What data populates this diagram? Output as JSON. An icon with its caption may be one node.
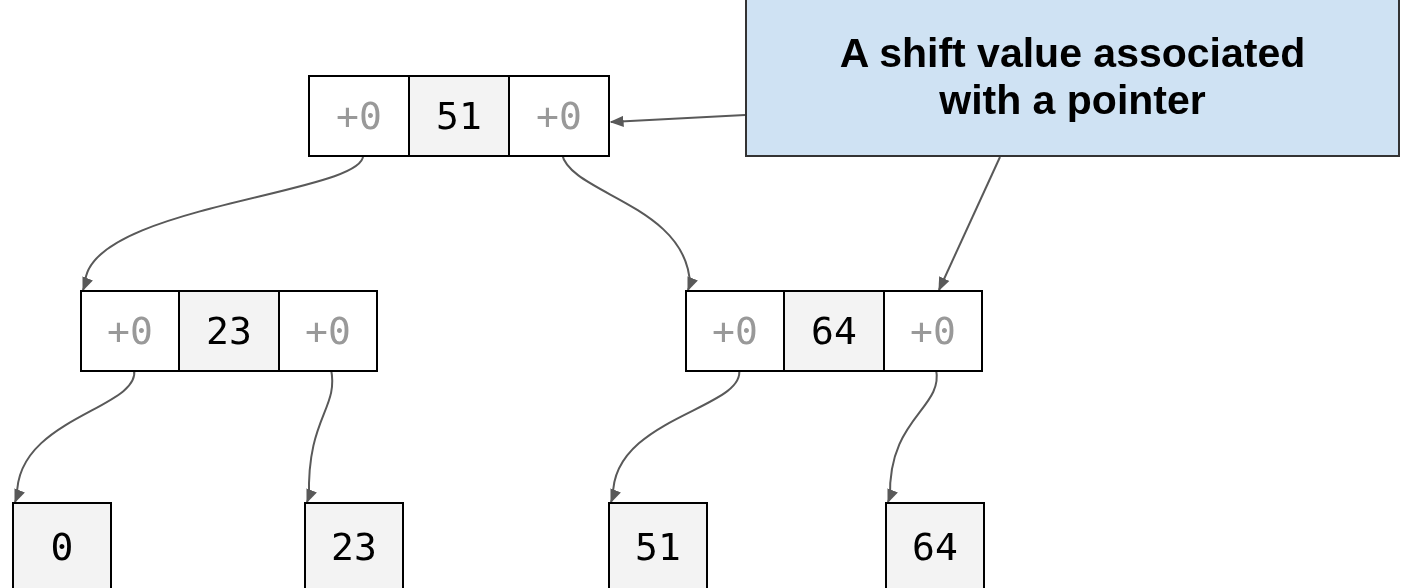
{
  "diagram": {
    "nodes": [
      {
        "text": [],
        "shape": "box"
      },
      {
        "text": [
          "+0"
        ],
        "in": 0
      },
      {
        "text": [
          "51"
        ],
        "in": 0
      },
      {
        "text": [
          "+0"
        ],
        "in": 0
      },
      {
        "text": [],
        "shape": "box"
      },
      {
        "text": [
          "+0"
        ],
        "in": 4
      },
      {
        "text": [
          "23"
        ],
        "in": 4
      },
      {
        "text": [
          "+0"
        ],
        "in": 4
      },
      {
        "text": [],
        "shape": "box"
      },
      {
        "text": [
          "+0"
        ],
        "in": 8
      },
      {
        "text": [
          "64"
        ],
        "in": 8
      },
      {
        "text": [
          "+0"
        ],
        "in": 8
      },
      {
        "text": [
          "0"
        ]
      },
      {
        "text": [
          "23"
        ]
      },
      {
        "text": [
          "51"
        ]
      },
      {
        "text": [
          "64"
        ]
      },
      {
        "text": [
          "A shift value associated with a pointer"
        ]
      }
    ],
    "edges": [
      {
        "from": 1,
        "to": 4,
        "arrow": "to"
      },
      {
        "from": 3,
        "to": 8,
        "arrow": "to"
      },
      {
        "from": 5,
        "to": 12,
        "arrow": "to"
      },
      {
        "from": 7,
        "to": 13,
        "arrow": "to"
      },
      {
        "from": 9,
        "to": 14,
        "arrow": "to"
      },
      {
        "from": 11,
        "to": 15,
        "arrow": "to"
      },
      {
        "from": 16,
        "to": 0,
        "arrow": "to"
      },
      {
        "from": 16,
        "to": 11,
        "arrow": "to"
      }
    ]
  }
}
